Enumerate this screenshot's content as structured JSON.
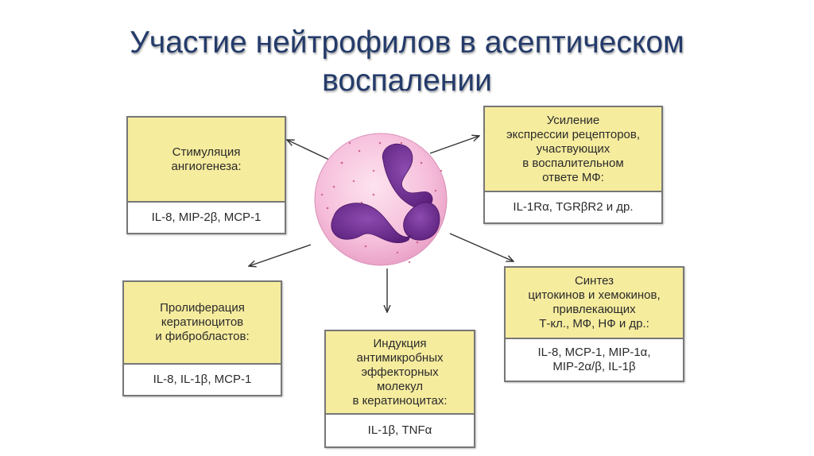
{
  "title": {
    "line1": "Участие нейтрофилов в асептическом",
    "line2": "воспалении"
  },
  "boxes": {
    "angio": {
      "head": [
        "Стимуляция",
        "ангиогенеза:"
      ],
      "foot": [
        "IL-8, MIP-2β, MCP-1"
      ]
    },
    "receptors": {
      "head": [
        "Усиление",
        "экспрессии рецепторов,",
        "участвующих",
        "в воспалительном",
        "ответе МФ:"
      ],
      "foot": [
        "IL-1Rα, TGRβR2 и др."
      ]
    },
    "prolif": {
      "head": [
        "Пролиферация",
        "кератиноцитов",
        "и фибробластов:"
      ],
      "foot": [
        "IL-8, IL-1β, MCP-1"
      ]
    },
    "antimicro": {
      "head": [
        "Индукция",
        "антимикробных",
        "эффекторных",
        "молекул",
        "в кератиноцитах:"
      ],
      "foot": [
        "IL-1β, TNFα"
      ]
    },
    "cytokines": {
      "head": [
        "Синтез",
        "цитокинов и хемокинов,",
        "привлекающих",
        "Т-кл., МФ, НФ и др.:"
      ],
      "foot": [
        "IL-8, MCP-1, MIP-1α,",
        "MIP-2α/β, IL-1β"
      ]
    }
  },
  "colors": {
    "title": "#243b6a",
    "box_head": "#f6ec9e",
    "cell_body": "#f4b4d6",
    "nucleus": "#6a2a8a"
  }
}
